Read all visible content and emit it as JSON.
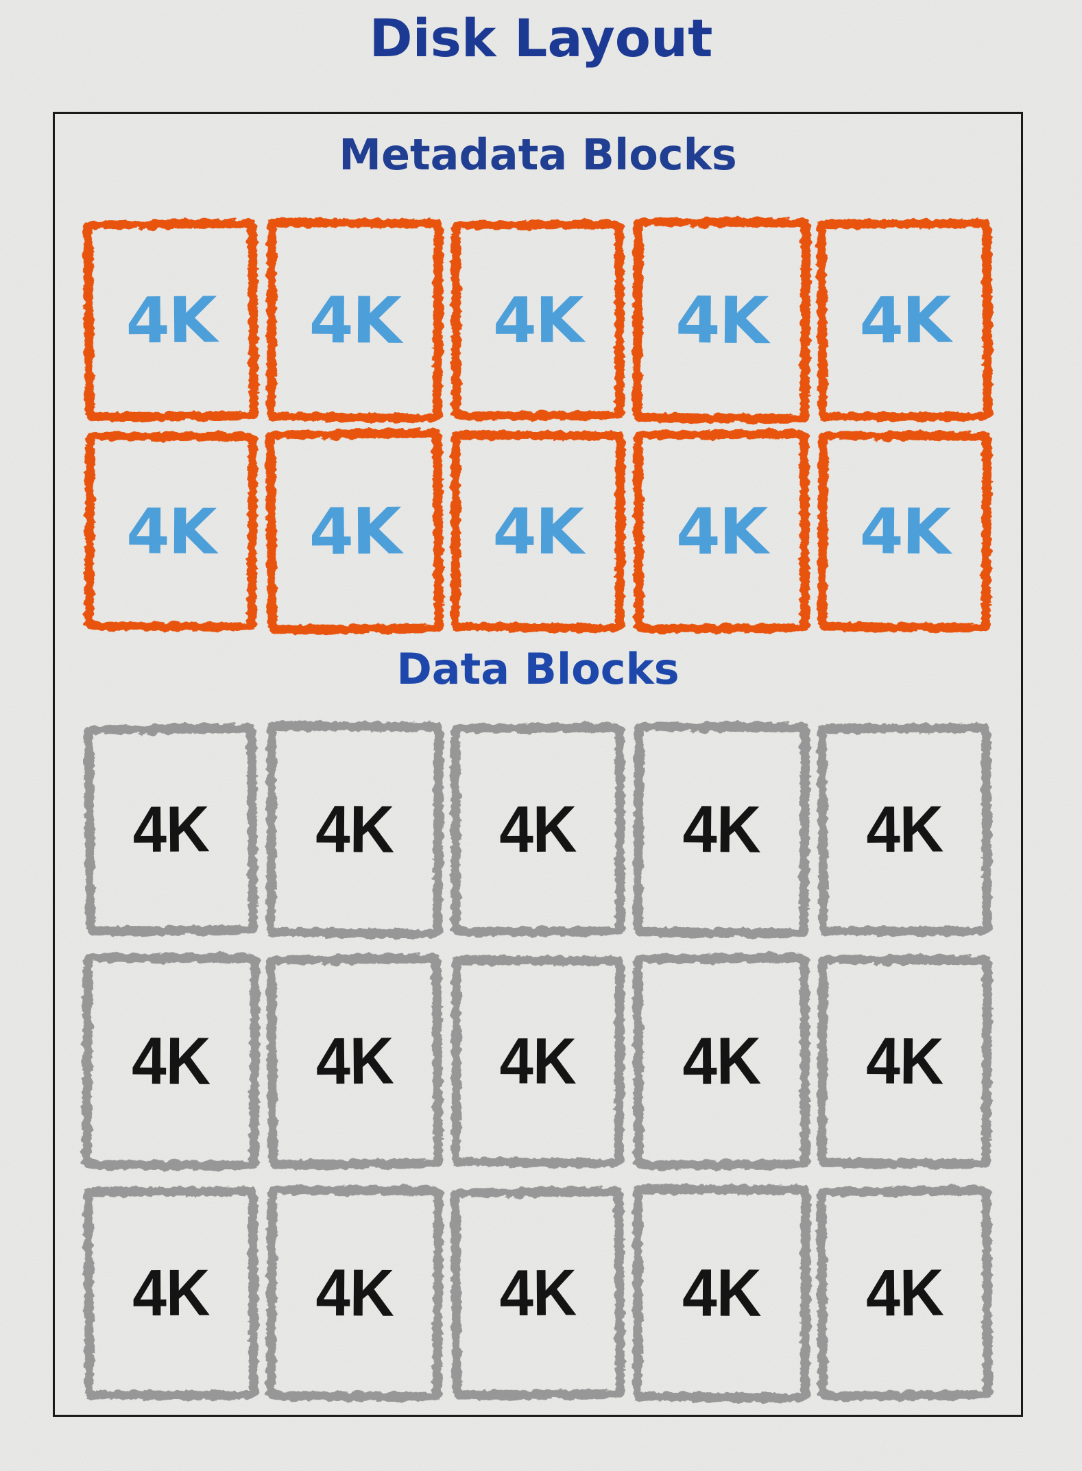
{
  "page": {
    "title": "Disk Layout",
    "title_color": "#1c3a94",
    "background_color": "#f2f2f0"
  },
  "board": {
    "border_color": "#1a1a1a"
  },
  "sections": {
    "metadata": {
      "heading": "Metadata Blocks",
      "heading_color": "#203e92",
      "rows": 2,
      "columns": 5,
      "block_count": 10,
      "block_label": "4K",
      "block_border_color": "#e8530d",
      "block_label_color": "#4d9fd9"
    },
    "data": {
      "heading": "Data Blocks",
      "heading_color": "#1d47ab",
      "rows": 3,
      "columns": 5,
      "block_count": 15,
      "block_label": "4K",
      "block_border_color": "#979797",
      "block_label_color": "#141414"
    }
  }
}
